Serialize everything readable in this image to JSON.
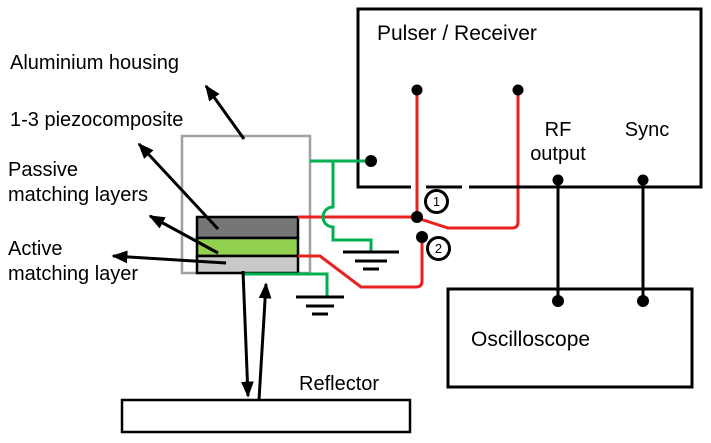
{
  "component_labels": {
    "aluminium_housing": "Aluminium housing",
    "piezocomposite": "1-3 piezocomposite",
    "passive_matching_layers": "Passive\nmatching layers",
    "active_matching_layer": "Active\nmatching layer",
    "reflector": "Reflector"
  },
  "pulser_receiver": {
    "title": "Pulser / Receiver",
    "rf_output_label": "RF\noutput",
    "sync_label": "Sync"
  },
  "oscilloscope": {
    "title": "Oscilloscope"
  },
  "connection_points": {
    "point_1": "1",
    "point_2": "2"
  },
  "colors": {
    "wire_red": "#e8201e",
    "wire_green": "#00b050",
    "piezocomposite_gray": "#767676",
    "passive_layer_green": "#92d050",
    "active_layer_gray": "#c9c9c9",
    "housing_outline_gray": "#a0a0a0",
    "line_black": "#000000"
  }
}
